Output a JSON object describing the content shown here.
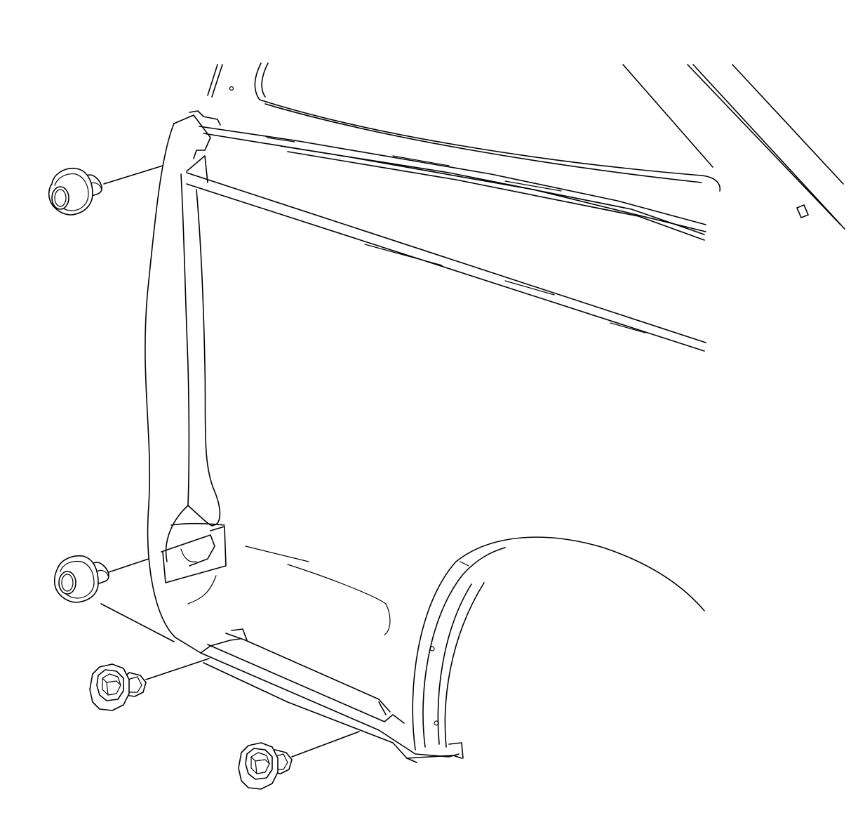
{
  "diagram": {
    "line_color": "#000000",
    "background": "#ffffff",
    "fasteners": [
      {
        "kind": "push-pin-retainer",
        "icon": "retainer-icon"
      },
      {
        "kind": "push-pin-retainer",
        "icon": "retainer-icon"
      },
      {
        "kind": "hex-flange-bolt",
        "icon": "bolt-icon"
      },
      {
        "kind": "hex-flange-bolt",
        "icon": "bolt-icon"
      }
    ]
  }
}
